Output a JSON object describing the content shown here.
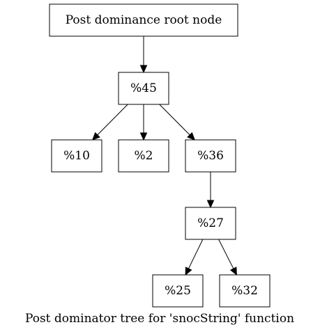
{
  "diagram": {
    "caption": "Post dominator tree for 'snocString' function",
    "nodes": {
      "root": "Post dominance root node",
      "n45": "%45",
      "n10": "%10",
      "n2": "%2",
      "n36": "%36",
      "n27": "%27",
      "n25": "%25",
      "n32": "%32"
    },
    "edges": [
      [
        "root",
        "n45"
      ],
      [
        "n45",
        "n10"
      ],
      [
        "n45",
        "n2"
      ],
      [
        "n45",
        "n36"
      ],
      [
        "n36",
        "n27"
      ],
      [
        "n27",
        "n25"
      ],
      [
        "n27",
        "n32"
      ]
    ]
  }
}
